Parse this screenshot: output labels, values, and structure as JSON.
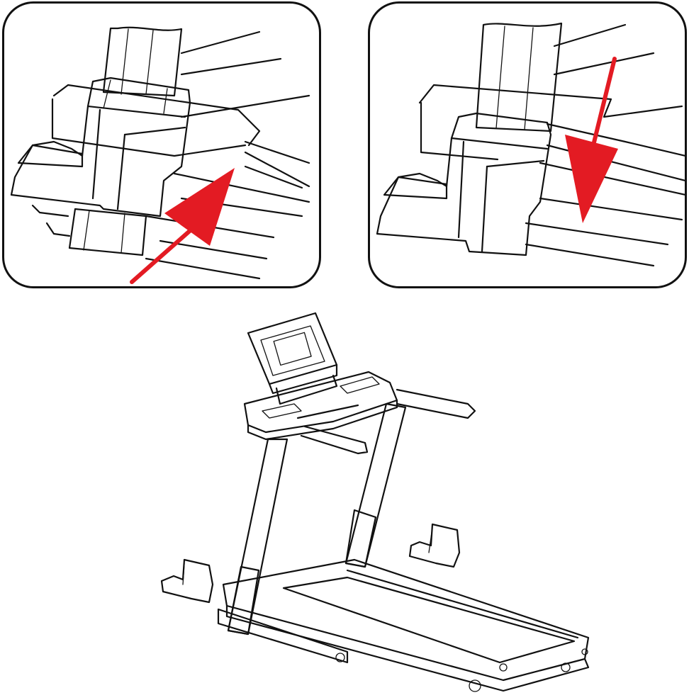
{
  "colors": {
    "upright_tube": "#86cdf5",
    "base_cover": "#9a55a5",
    "base_cover_dark": "#6e2f7d",
    "arrow": "#e31b23",
    "outline": "#111111",
    "background": "#ffffff"
  },
  "panels": [
    {
      "name": "step-slide-cover-onto-frame",
      "arrow_direction": "up-right"
    },
    {
      "name": "step-push-cover-down",
      "arrow_direction": "down"
    }
  ],
  "main_illustration": {
    "subject": "treadmill-assembly",
    "loose_parts": [
      "left-base-cover",
      "right-base-cover"
    ]
  }
}
